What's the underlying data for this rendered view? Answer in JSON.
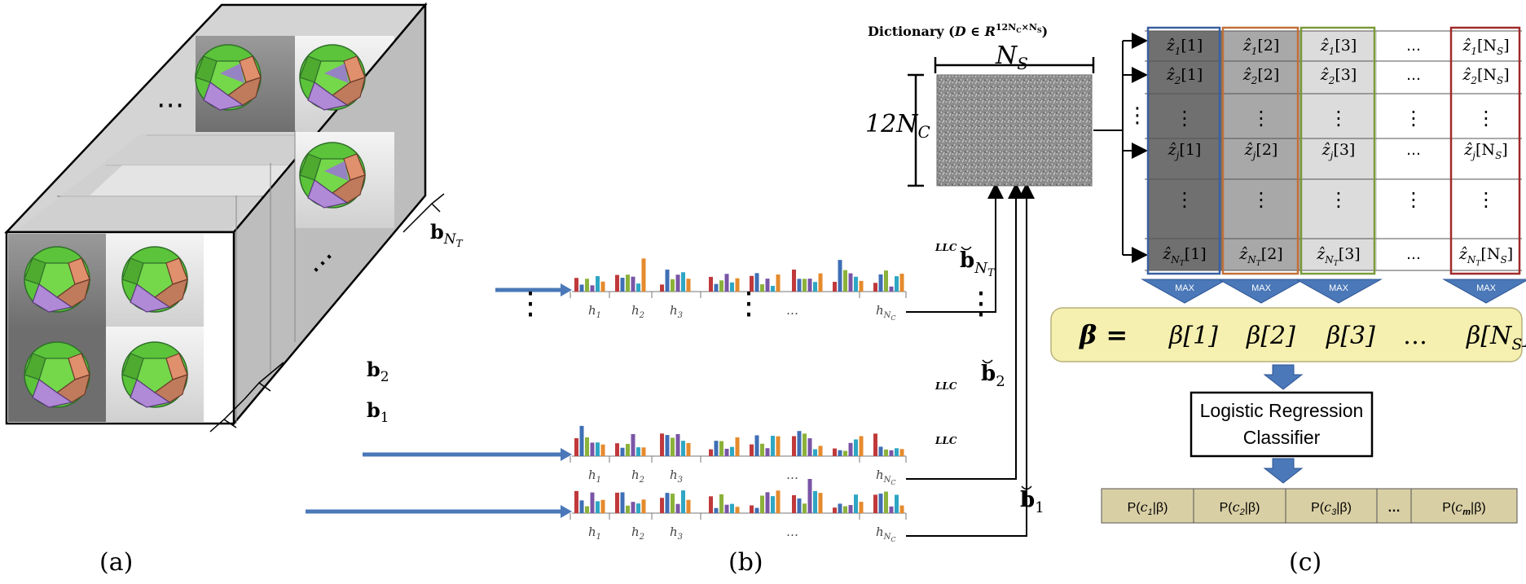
{
  "panel_labels": {
    "a": "(a)",
    "b": "(b)",
    "c": "(c)"
  },
  "cube": {
    "ellipsis": "⋯"
  },
  "histograms": {
    "rows": [
      {
        "vector_base": "b",
        "vector_sub": "N",
        "vector_sub2": "T",
        "llc": "LLC"
      },
      {
        "vector_base": "b",
        "vector_sub": "2",
        "vector_sub2": "",
        "llc": "LLC"
      },
      {
        "vector_base": "b",
        "vector_sub": "1",
        "vector_sub2": "",
        "llc": "LLC"
      }
    ],
    "labels": [
      "h",
      "h",
      "h",
      "…",
      "h"
    ],
    "label_subs": [
      "1",
      "2",
      "3",
      "",
      "N"
    ],
    "label_sub2": "C",
    "vdots": "⋮"
  },
  "codes": [
    {
      "base": "b",
      "sub": "N",
      "sub2": "T"
    },
    {
      "base": "b",
      "sub": "2",
      "sub2": ""
    },
    {
      "base": "b",
      "sub": "1",
      "sub2": ""
    }
  ],
  "dictionary": {
    "title_prefix": "Dictionary (",
    "title_var": "D",
    "title_in": " ∈ ",
    "title_set": "R",
    "title_sup": "12N",
    "title_sup_c": "C",
    "title_sup_x": "×N",
    "title_sup_s": "S",
    "title_suffix": ")",
    "width_label": "N",
    "width_sub": "S",
    "height_label": "12N",
    "height_sub": "C"
  },
  "code_table": {
    "col_labels": [
      "[1]",
      "[2]",
      "[3]",
      "…",
      "[N"
    ],
    "row_subs": [
      "1",
      "2",
      "⋮",
      "j",
      "⋮",
      "N"
    ],
    "row_subs2": [
      "",
      "",
      "",
      "",
      "",
      "T"
    ],
    "ellipsis": "…",
    "vdots": "⋮",
    "last_col_sub": "S",
    "max_label": "MAX"
  },
  "beta": {
    "symbol": "β",
    "equals": " =",
    "terms": [
      "β[1]",
      "β[2]",
      "β[3]",
      "…",
      "β[N"
    ],
    "last_sub": "S",
    "last_close": "]"
  },
  "classifier": {
    "line1": "Logistic Regression",
    "line2": "Classifier"
  },
  "probabilities": [
    {
      "text": "P(",
      "var": "c",
      "sub": "1",
      "tail": "|β)"
    },
    {
      "text": "P(",
      "var": "c",
      "sub": "2",
      "tail": "|β)"
    },
    {
      "text": "P(",
      "var": "c",
      "sub": "3",
      "tail": "|β)"
    },
    {
      "text": "…",
      "var": "",
      "sub": "",
      "tail": ""
    },
    {
      "text": "P(",
      "var": "c",
      "sub": "m",
      "tail": "|β)"
    }
  ],
  "colors": {
    "arrow": "#4a78b8",
    "beta_bg": "#f5f0b0",
    "prob_bg": "#d9cfa5",
    "green": "#6bd33a",
    "orange": "#e8916b",
    "purple": "#b58ad6",
    "col_dark": "#707070",
    "col_mid": "#a8a8a8",
    "col_light": "#dcdcdc",
    "col1_border": "#3a5fa0",
    "col2_border": "#c0703a",
    "col3_border": "#7a9a3a",
    "col5_border": "#a02a2a"
  }
}
